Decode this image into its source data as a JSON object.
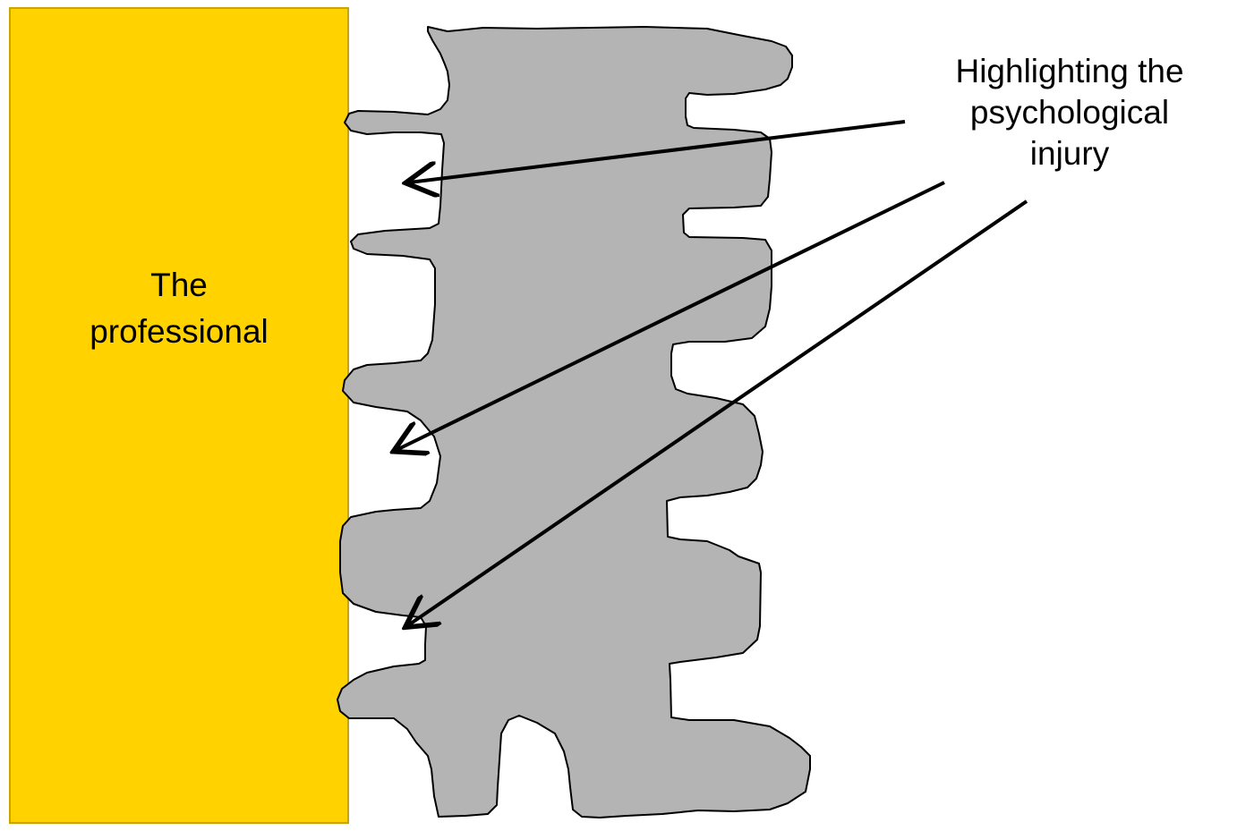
{
  "professional_box": {
    "label": "The\nprofessional",
    "fill_color": "#FFD200",
    "border_color": "#C9A400"
  },
  "callout": {
    "label": "Highlighting the\npsychological\ninjury"
  },
  "spine": {
    "fill_color": "#B4B4B4",
    "stroke_color": "#000000"
  },
  "arrows": {
    "count": 3,
    "color": "#000000"
  }
}
